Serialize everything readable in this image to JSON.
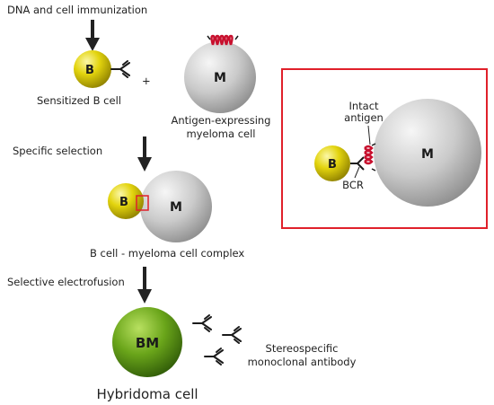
{
  "labels": {
    "immunization": "DNA and cell immunization",
    "sensitized_b": "Sensitized B cell",
    "plus": "+",
    "myeloma_line1": "Antigen-expressing",
    "myeloma_line2": "myeloma cell",
    "specific_selection": "Specific selection",
    "complex": "B cell - myeloma cell complex",
    "electrofusion": "Selective electrofusion",
    "hybridoma": "Hybridoma cell",
    "antibody_line1": "Stereospecific",
    "antibody_line2": "monoclonal antibody",
    "intact_line1": "Intact",
    "intact_line2": "antigen",
    "bcr": "BCR"
  },
  "cells": {
    "b": "B",
    "m": "M",
    "bm": "BM"
  },
  "colors": {
    "b_cell": "#d4c400",
    "myeloma": "#c4c4c4",
    "hybridoma": "#5e9a14",
    "antigen": "#c8102e",
    "inset_border": "#e0202a",
    "arrow": "#222222"
  }
}
